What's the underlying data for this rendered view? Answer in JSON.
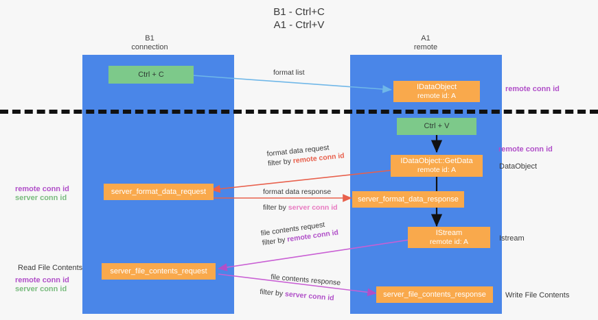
{
  "title": {
    "line1": "B1 - Ctrl+C",
    "line2": "A1 - Ctrl+V"
  },
  "lanes": [
    {
      "name": "B1",
      "sub": "connection"
    },
    {
      "name": "A1",
      "sub": "remote"
    }
  ],
  "boxes": {
    "ctrl_c": "Ctrl + C",
    "ctrl_v": "Ctrl + V",
    "idataobject": {
      "line1": "IDataObject",
      "line2": "remote id: A"
    },
    "getdata": {
      "line1": "IDataObject::GetData",
      "line2": "remote id: A"
    },
    "istream": {
      "line1": "IStream",
      "line2": "remote id: A"
    },
    "server_format_data_request": "server_format_data_request",
    "server_format_data_response": "server_format_data_response",
    "server_file_contents_request": "server_file_contents_request",
    "server_file_contents_response": "server_file_contents_response"
  },
  "arrow_labels": {
    "format_list": "format list",
    "format_data_request": {
      "line1": "format data request",
      "prefix": "filter by ",
      "key": "remote conn id"
    },
    "format_data_response": {
      "line1": "format data response",
      "prefix": "filter by ",
      "key": "server conn id"
    },
    "file_contents_request": {
      "line1": "file contents request",
      "prefix": "filter by ",
      "key": "remote conn id"
    },
    "file_contents_response": {
      "line1": "file contents response",
      "prefix": "filter by ",
      "key": "server conn id"
    }
  },
  "side_notes": {
    "right_remote_conn_top": "remote conn id",
    "right_remote_conn_mid": "remote conn id",
    "right_dataobject": "DataObject",
    "right_istream": "Istream",
    "right_write_file_contents": "Write File Contents",
    "left_remote_conn": "remote conn id",
    "left_server_conn": "server conn id",
    "left_read_file_contents": "Read File Contents",
    "left_remote_conn_2": "remote conn id",
    "left_server_conn_2": "server conn id"
  },
  "colors": {
    "lane": "#4a86e8",
    "orange": "#f9a94c",
    "green": "#7dc98a",
    "purple": "#b04fc8",
    "green_text": "#79bb7e",
    "pink": "#e879c0",
    "red": "#e8604c",
    "light_blue_arrow": "#6fb7e8"
  }
}
